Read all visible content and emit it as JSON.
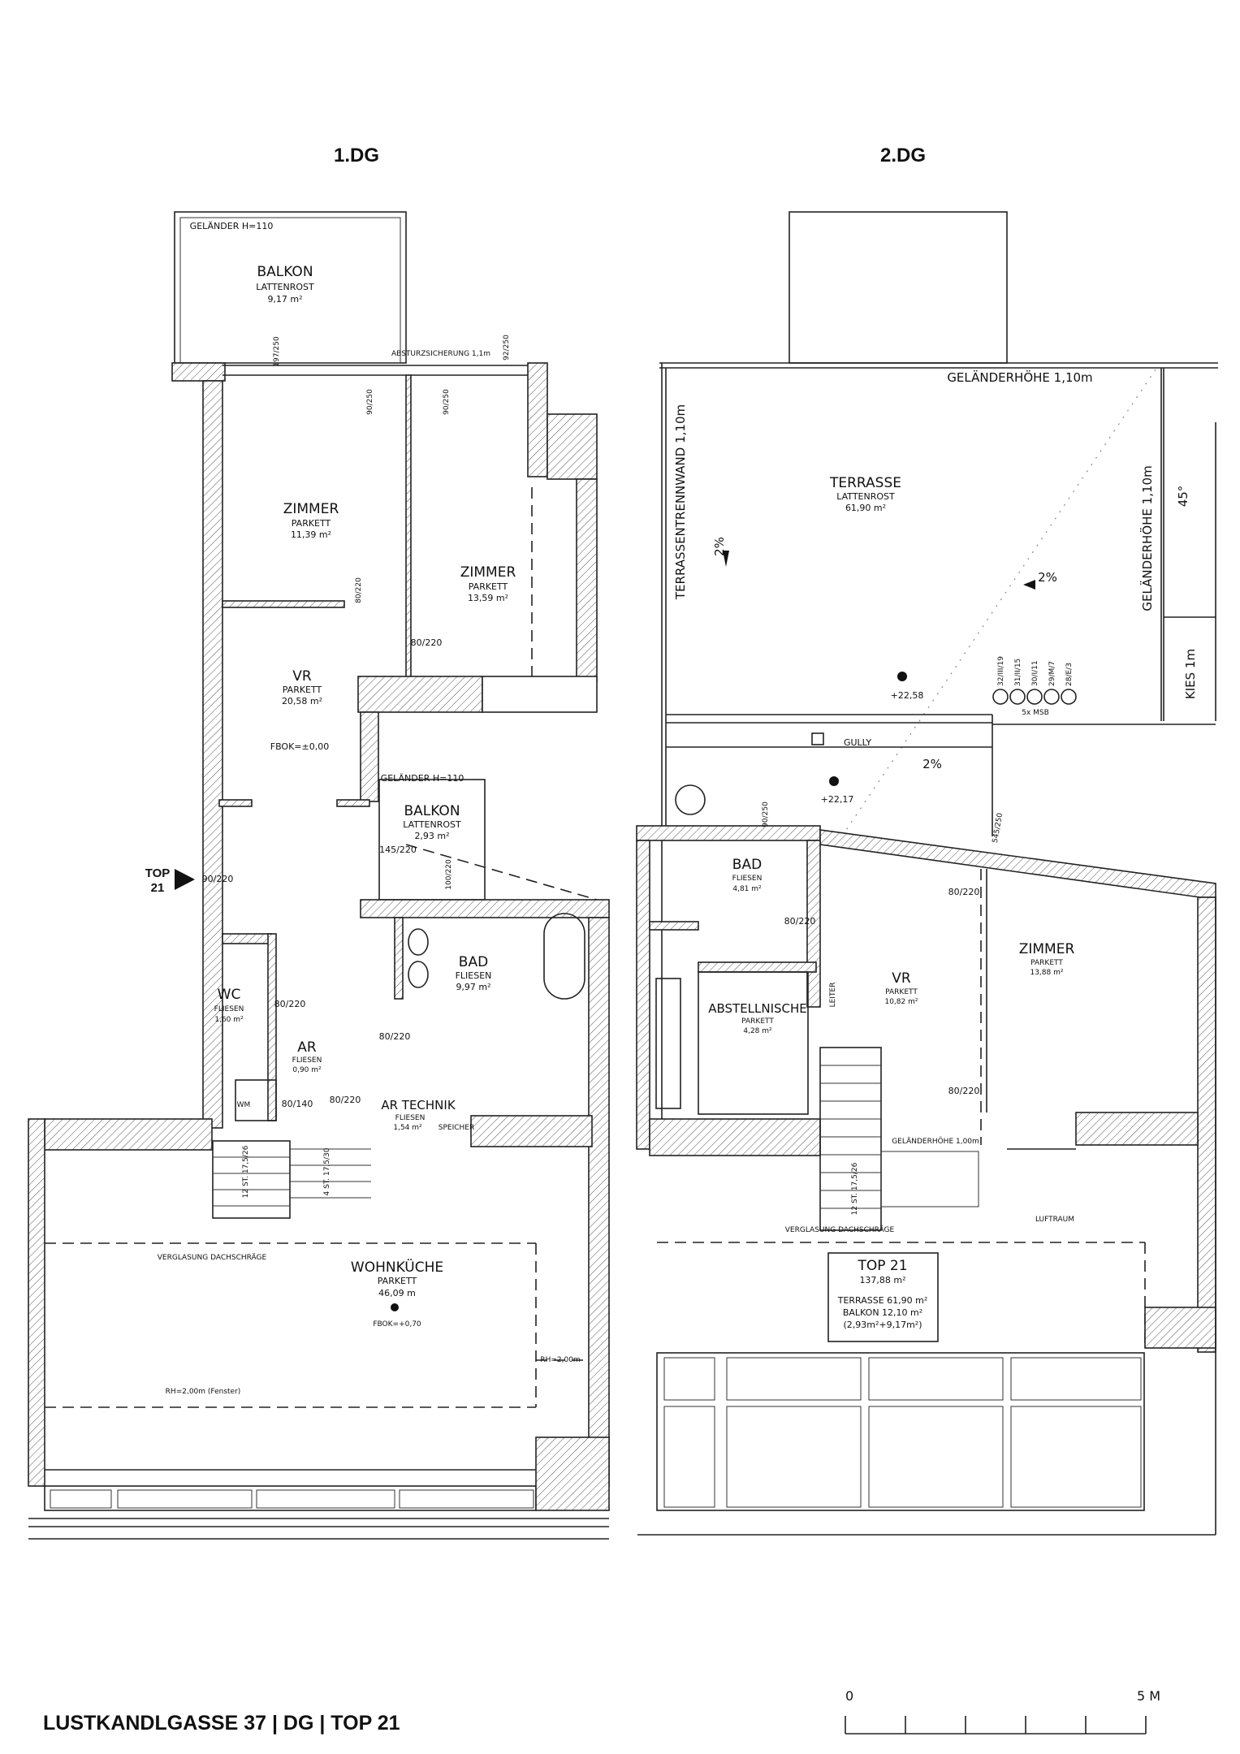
{
  "headings": {
    "level1": "1.DG",
    "level2": "2.DG"
  },
  "level1": {
    "balcony_big": {
      "railing": "GELÄNDER H=110",
      "name": "BALKON",
      "floor": "LATTENROST",
      "area": "9,17 m²"
    },
    "dims": {
      "balcony_door": "197/250",
      "fall_protection": "ABSTURZSICHERUNG 1,1m",
      "door_92": "92/250",
      "door_a": "90/250",
      "door_b": "90/250",
      "door_z1": "80/220",
      "door_z2": "80/220",
      "balcony_small_door_a": "145/220",
      "balcony_small_door_b": "100/220",
      "entrance": "90/220",
      "wc_door": "80/220",
      "bad_door": "80/220",
      "ar_door": "80/140",
      "technik_door": "80/220"
    },
    "zimmer1": {
      "name": "ZIMMER",
      "floor": "PARKETT",
      "area": "11,39 m²"
    },
    "zimmer2": {
      "name": "ZIMMER",
      "floor": "PARKETT",
      "area": "13,59 m²"
    },
    "vr": {
      "name": "VR",
      "floor": "PARKETT",
      "area": "20,58 m²",
      "level": "FBOK=±0,00"
    },
    "balcony_small": {
      "railing": "GELÄNDER H=110",
      "name": "BALKON",
      "floor": "LATTENROST",
      "area": "2,93 m²"
    },
    "entrance_marker": {
      "line1": "TOP",
      "line2": "21"
    },
    "bad": {
      "name": "BAD",
      "floor": "FLIESEN",
      "area": "9,97 m²"
    },
    "wc": {
      "name": "WC",
      "floor": "FLIESEN",
      "area": "1,60 m²"
    },
    "ar": {
      "name": "AR",
      "floor": "FLIESEN",
      "area": "0,90 m²",
      "wm": "WM"
    },
    "technik": {
      "name": "AR TECHNIK",
      "floor": "FLIESEN",
      "area": "1,54 m²",
      "storage": "SPEICHER"
    },
    "stairs_a": "12 ST. 17,5/26",
    "stairs_b": "4 ST. 17,5/30",
    "glazing": "VERGLASUNG DACHSCHRÄGE",
    "wohnkueche": {
      "name": "WOHNKÜCHE",
      "floor": "PARKETT",
      "area": "46,09 m",
      "level": "FBOK=+0,70"
    },
    "rh_window": "RH=2,00m (Fenster)",
    "rh_right": "RH=2,00m"
  },
  "level2": {
    "terrace": {
      "railing_top": "GELÄNDERHÖHE 1,10m",
      "partition": "TERRASSENTRENNWAND 1,10m",
      "name": "TERRASSE",
      "floor": "LATTENROST",
      "area": "61,90 m²",
      "railing_right": "GELÄNDERHÖHE 1,10m",
      "slope_a": "2%",
      "slope_b": "2%",
      "angle": "45°",
      "gravel": "KIES 1m",
      "level": "+22,58"
    },
    "msb": {
      "labels": [
        "32/III/19",
        "31/II/15",
        "30/I/11",
        "29/M/7",
        "28/E/3"
      ],
      "caption": "5x MSB"
    },
    "gully": "GULLY",
    "slope_c": "2%",
    "level_lower": "+22,17",
    "dims": {
      "door_top": "90/250",
      "window": "545/250",
      "bad_door": "80/220",
      "zimmer_door_a": "80/220",
      "zimmer_door_b": "80/220"
    },
    "bad": {
      "name": "BAD",
      "floor": "FLIESEN",
      "area": "4,81 m²"
    },
    "abstellnische": {
      "name": "ABSTELLNISCHE",
      "floor": "PARKETT",
      "area": "4,28 m²"
    },
    "ladder": "LEITER",
    "vr": {
      "name": "VR",
      "floor": "PARKETT",
      "area": "10,82 m²"
    },
    "zimmer": {
      "name": "ZIMMER",
      "floor": "PARKETT",
      "area": "13,88 m²"
    },
    "railing_stair": "GELÄNDERHÖHE 1,00m",
    "stairs": "12 ST. 17,5/26",
    "void": "LUFTRAUM",
    "glazing": "VERGLASUNG DACHSCHRÄGE",
    "summary": {
      "title": "TOP 21",
      "total": "137,88 m²",
      "terrace": "TERRASSE 61,90 m²",
      "balcony": "BALKON 12,10 m²",
      "balcony_detail": "(2,93m²+9,17m²)"
    }
  },
  "footer": {
    "title": "LUSTKANDLGASSE 37 | DG | TOP 21",
    "scale_start": "0",
    "scale_end": "5 M"
  }
}
